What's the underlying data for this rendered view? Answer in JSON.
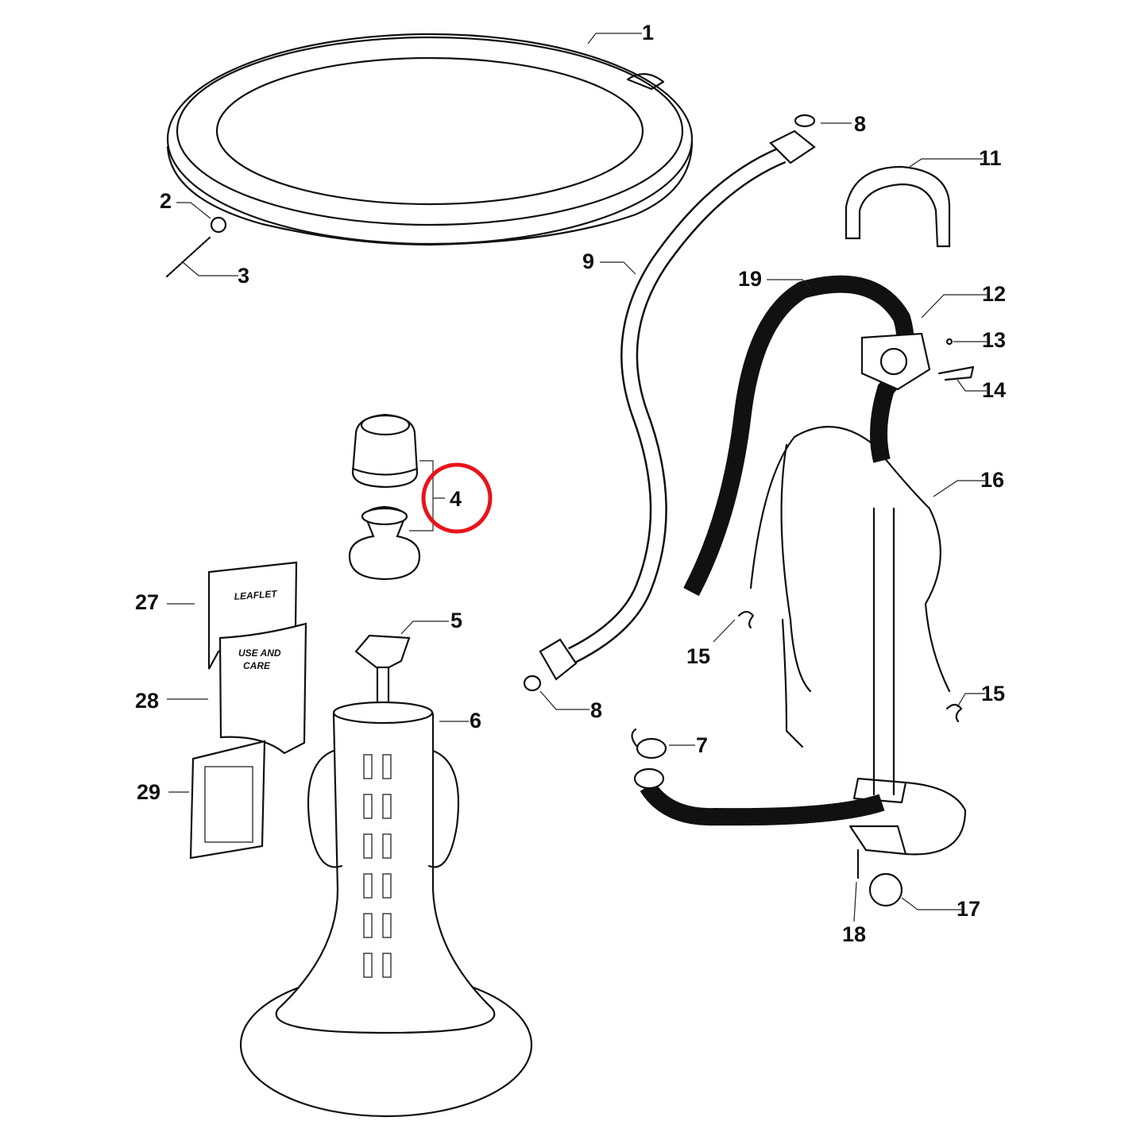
{
  "diagram": {
    "highlight_color": "#e8141a",
    "highlighted_part": "4",
    "callouts": {
      "p1": "1",
      "p2": "2",
      "p3": "3",
      "p4": "4",
      "p5": "5",
      "p6": "6",
      "p7": "7",
      "p8a": "8",
      "p8b": "8",
      "p9": "9",
      "p11": "11",
      "p12": "12",
      "p13": "13",
      "p14": "14",
      "p15a": "15",
      "p15b": "15",
      "p16": "16",
      "p17": "17",
      "p18": "18",
      "p19": "19",
      "p27": "27",
      "p28": "28",
      "p29": "29"
    },
    "printed_text": {
      "leaflet": "LEAFLET",
      "use_and": "USE AND",
      "care": "CARE"
    }
  }
}
